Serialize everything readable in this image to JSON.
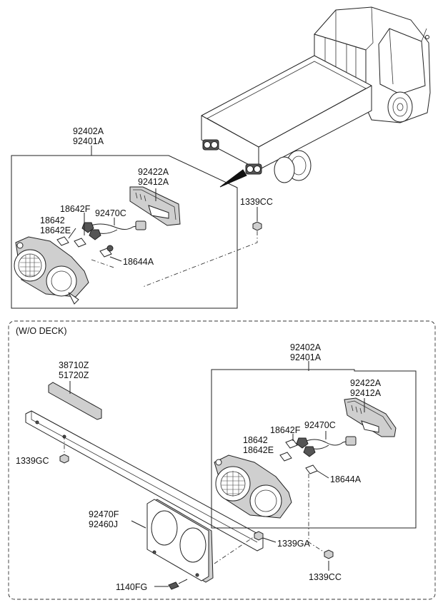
{
  "section_title": "(W/O DECK)",
  "upper_group": {
    "assembly_code_1": "92402A",
    "assembly_code_2": "92401A",
    "housing_code_1": "92422A",
    "housing_code_2": "92412A",
    "socket_code": "18642F",
    "bulb_code_1": "18642",
    "bulb_code_2": "18642E",
    "harness_code": "92470C",
    "side_bulb_code": "18644A",
    "nut_code": "1339CC"
  },
  "lower_group": {
    "assembly_code_1": "92402A",
    "assembly_code_2": "92401A",
    "housing_code_1": "92422A",
    "housing_code_2": "92412A",
    "socket_code": "18642F",
    "bulb_code_1": "18642",
    "bulb_code_2": "18642E",
    "harness_code": "92470C",
    "side_bulb_code": "18644A",
    "plate_code_1": "38710Z",
    "plate_code_2": "51720Z",
    "screw_code_gc": "1339GC",
    "bracket_code_1": "92470F",
    "bracket_code_2": "92460J",
    "screw_code_ga": "1339GA",
    "nut_code": "1339CC",
    "bolt_code": "1140FG"
  }
}
